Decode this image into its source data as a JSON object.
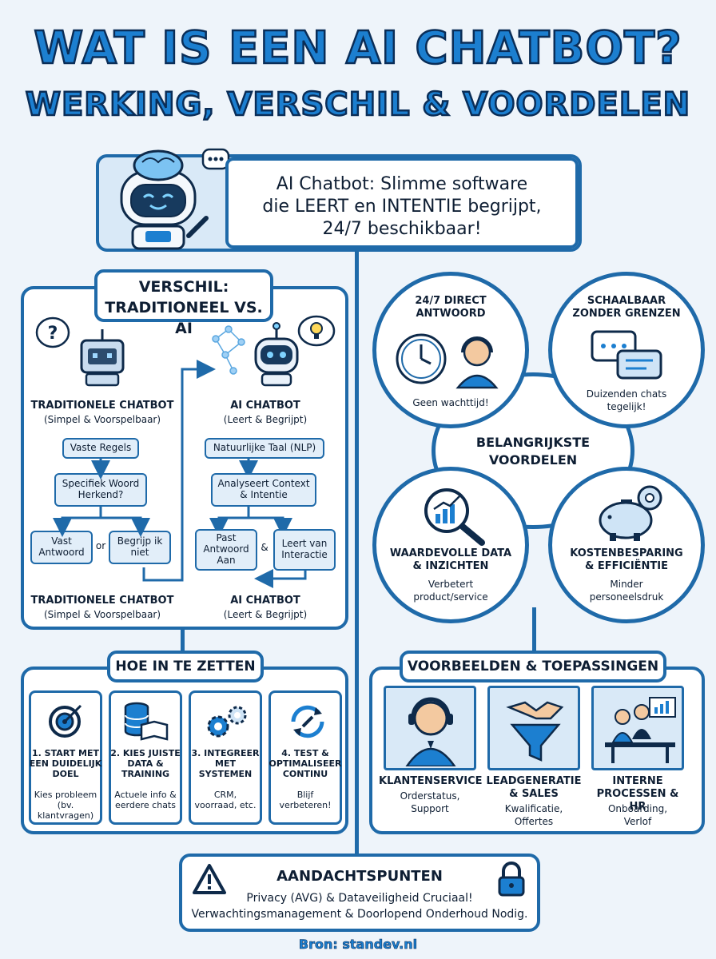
{
  "title": {
    "line1": "WAT IS EEN AI CHATBOT?",
    "line2": "WERKING, VERSCHIL & VOORDELEN"
  },
  "intro": {
    "line1": "AI Chatbot: Slimme software",
    "line2": "die LEERT en INTENTIE begrijpt,",
    "line3": "24/7 beschikbaar!"
  },
  "verschil": {
    "header_line1": "VERSCHIL:",
    "header_line2": "TRADITIONEEL VS. AI",
    "traditional": {
      "title": "TRADITIONELE CHATBOT",
      "subtitle": "(Simpel & Voorspelbaar)",
      "box1": "Vaste Regels",
      "box2": "Specifiek Woord Herkend?",
      "box3": "Vast Antwoord",
      "or_label": "or",
      "box4": "Begrijp ik niet",
      "footer_title": "TRADITIONELE CHATBOT",
      "footer_subtitle": "(Simpel & Voorspelbaar)"
    },
    "ai": {
      "title": "AI CHATBOT",
      "subtitle": "(Leert & Begrijpt)",
      "box1": "Natuurlijke Taal (NLP)",
      "box2": "Analyseert Context & Intentie",
      "box3": "Past Antwoord Aan",
      "and_label": "&",
      "box4": "Leert van Interactie",
      "footer_title": "AI CHATBOT",
      "footer_subtitle": "(Leert & Begrijpt)"
    }
  },
  "voordelen": {
    "center_line1": "BELANGRIJKSTE",
    "center_line2": "VOORDELEN",
    "items": [
      {
        "title1": "24/7 DIRECT",
        "title2": "ANTWOORD",
        "desc1": "Geen wachttijd!",
        "desc2": ""
      },
      {
        "title1": "SCHAALBAAR",
        "title2": "ZONDER GRENZEN",
        "desc1": "Duizenden chats",
        "desc2": "tegelijk!"
      },
      {
        "title1": "WAARDEVOLLE DATA",
        "title2": "& INZICHTEN",
        "desc1": "Verbetert",
        "desc2": "product/service"
      },
      {
        "title1": "KOSTENBESPARING",
        "title2": "& EFFICIËNTIE",
        "desc1": "Minder",
        "desc2": "personeelsdruk"
      }
    ]
  },
  "hoe": {
    "header": "HOE IN TE ZETTEN",
    "steps": [
      {
        "t1": "1. START MET",
        "t2": "EEN DUIDELIJK",
        "t3": "DOEL",
        "d1": "Kies probleem",
        "d2": "(bv. klantvragen)"
      },
      {
        "t1": "2. KIES JUISTE",
        "t2": "DATA &",
        "t3": "TRAINING",
        "d1": "Actuele info &",
        "d2": "eerdere chats"
      },
      {
        "t1": "3. INTEGREER",
        "t2": "MET",
        "t3": "SYSTEMEN",
        "d1": "CRM,",
        "d2": "voorraad, etc."
      },
      {
        "t1": "4. TEST &",
        "t2": "OPTIMALISEER",
        "t3": "CONTINU",
        "d1": "Blijf",
        "d2": "verbeteren!"
      }
    ]
  },
  "voorbeelden": {
    "header": "VOORBEELDEN & TOEPASSINGEN",
    "items": [
      {
        "t1": "KLANTENSERVICE",
        "t2": "",
        "d1": "Orderstatus,",
        "d2": "Support"
      },
      {
        "t1": "LEADGENERATIE",
        "t2": "& SALES",
        "d1": "Kwalificatie,",
        "d2": "Offertes"
      },
      {
        "t1": "INTERNE",
        "t2": "PROCESSEN & HR",
        "d1": "Onboarding,",
        "d2": "Verlof"
      }
    ]
  },
  "aandacht": {
    "header": "AANDACHTSPUNTEN",
    "line1": "Privacy (AVG) & Dataveiligheid Cruciaal!",
    "line2": "Verwachtingsmanagement & Doorlopend Onderhoud Nodig."
  },
  "source": "Bron: standev.nl",
  "colors": {
    "accent": "#1f6aa9",
    "title_fill": "#1c7fd0",
    "background": "#eef4fa"
  }
}
